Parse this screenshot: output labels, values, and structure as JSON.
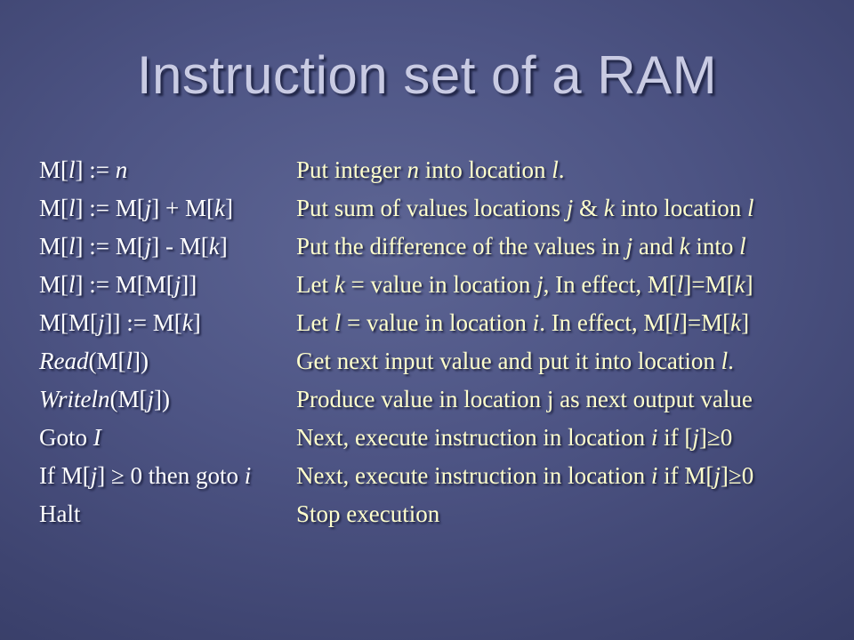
{
  "slide": {
    "title": "Instruction set of a RAM",
    "colors": {
      "title": "#c9cbe3",
      "instruction_text": "#ffffff",
      "description_text": "#ffffcc",
      "background": "#4d5484"
    },
    "rows": [
      {
        "instruction": [
          {
            "t": "M["
          },
          {
            "t": "l",
            "i": true
          },
          {
            "t": "] := "
          },
          {
            "t": "n",
            "i": true
          }
        ],
        "description": [
          {
            "t": "Put integer "
          },
          {
            "t": "n",
            "i": true
          },
          {
            "t": " into location "
          },
          {
            "t": "l",
            "i": true
          },
          {
            "t": "."
          }
        ]
      },
      {
        "instruction": [
          {
            "t": "M["
          },
          {
            "t": "l",
            "i": true
          },
          {
            "t": "] := M["
          },
          {
            "t": "j",
            "i": true
          },
          {
            "t": "] + M["
          },
          {
            "t": "k",
            "i": true
          },
          {
            "t": "]"
          }
        ],
        "description": [
          {
            "t": "Put sum of values locations "
          },
          {
            "t": "j",
            "i": true
          },
          {
            "t": " & "
          },
          {
            "t": "k",
            "i": true
          },
          {
            "t": " into location "
          },
          {
            "t": "l",
            "i": true
          }
        ]
      },
      {
        "instruction": [
          {
            "t": "M["
          },
          {
            "t": "l",
            "i": true
          },
          {
            "t": "] := M["
          },
          {
            "t": "j",
            "i": true
          },
          {
            "t": "] - M["
          },
          {
            "t": "k",
            "i": true
          },
          {
            "t": "]"
          }
        ],
        "description": [
          {
            "t": "Put the difference of the values in "
          },
          {
            "t": "j",
            "i": true
          },
          {
            "t": " and "
          },
          {
            "t": "k",
            "i": true
          },
          {
            "t": " into "
          },
          {
            "t": "l",
            "i": true
          }
        ]
      },
      {
        "instruction": [
          {
            "t": "M["
          },
          {
            "t": "l",
            "i": true
          },
          {
            "t": "] := M[M["
          },
          {
            "t": "j",
            "i": true
          },
          {
            "t": "]]"
          }
        ],
        "description": [
          {
            "t": "Let "
          },
          {
            "t": "k",
            "i": true
          },
          {
            "t": " = value in location "
          },
          {
            "t": "j",
            "i": true
          },
          {
            "t": ", In effect, M["
          },
          {
            "t": "l",
            "i": true
          },
          {
            "t": "]=M["
          },
          {
            "t": "k",
            "i": true
          },
          {
            "t": "]"
          }
        ]
      },
      {
        "instruction": [
          {
            "t": "M[M["
          },
          {
            "t": "j",
            "i": true
          },
          {
            "t": "]] := M["
          },
          {
            "t": "k",
            "i": true
          },
          {
            "t": "]"
          }
        ],
        "description": [
          {
            "t": "Let "
          },
          {
            "t": "l",
            "i": true
          },
          {
            "t": " = value in location "
          },
          {
            "t": "i",
            "i": true
          },
          {
            "t": ". In effect, M["
          },
          {
            "t": "l",
            "i": true
          },
          {
            "t": "]=M["
          },
          {
            "t": "k",
            "i": true
          },
          {
            "t": "]"
          }
        ]
      },
      {
        "instruction": [
          {
            "t": "Read",
            "i": true
          },
          {
            "t": "(M["
          },
          {
            "t": "l",
            "i": true
          },
          {
            "t": "])"
          }
        ],
        "description": [
          {
            "t": "Get  next input value and put it into location "
          },
          {
            "t": "l",
            "i": true
          },
          {
            "t": "."
          }
        ]
      },
      {
        "instruction": [
          {
            "t": "Writeln",
            "i": true
          },
          {
            "t": "(M["
          },
          {
            "t": "j",
            "i": true
          },
          {
            "t": "])"
          }
        ],
        "description": [
          {
            "t": "Produce value in location j as next output value"
          }
        ]
      },
      {
        "instruction": [
          {
            "t": "Goto "
          },
          {
            "t": "I",
            "i": true
          }
        ],
        "description": [
          {
            "t": "Next, execute instruction in location "
          },
          {
            "t": "i",
            "i": true
          },
          {
            "t": " if ["
          },
          {
            "t": "j",
            "i": true
          },
          {
            "t": "]≥0"
          }
        ]
      },
      {
        "instruction": [
          {
            "t": "If M["
          },
          {
            "t": "j",
            "i": true
          },
          {
            "t": "] ≥ 0 then goto "
          },
          {
            "t": "i",
            "i": true
          }
        ],
        "description": [
          {
            "t": "Next, execute instruction in location "
          },
          {
            "t": "i",
            "i": true
          },
          {
            "t": " if M["
          },
          {
            "t": "j",
            "i": true
          },
          {
            "t": "]≥0"
          }
        ]
      },
      {
        "instruction": [
          {
            "t": "Halt"
          }
        ],
        "description": [
          {
            "t": "Stop execution"
          }
        ]
      }
    ]
  }
}
